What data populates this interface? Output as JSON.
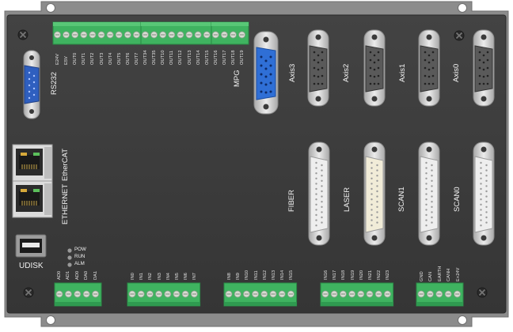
{
  "board": {
    "colors": {
      "panel": "#3a3a3a",
      "mount": "#8a8a8a",
      "terminal_green": "#3fb360",
      "terminal_screw": "#d7dcd2",
      "port_metal": "#c9c9c9",
      "connector_blue": "#2f6fd6",
      "connector_dark": "#555555",
      "connector_white": "#eeeeee",
      "connector_cream": "#f1ecd8"
    },
    "top_blocks": [
      {
        "pins": [
          "E24V",
          "E5V",
          "OUT0",
          "OUT1",
          "OUT2",
          "OUT3",
          "OUT4",
          "OUT5",
          "OUT6",
          "OUT7"
        ]
      },
      {
        "pins": [
          "OUT34",
          "OUT35",
          "OUT10",
          "OUT11",
          "OUT12",
          "OUT13",
          "OUT14",
          "OUT15"
        ]
      },
      {
        "pins": [
          "OUT16",
          "OUT17",
          "OUT18",
          "OUT19"
        ]
      }
    ],
    "bottom_blocks": [
      {
        "pins": [
          "AD0",
          "AD1",
          "AD0",
          "DA0",
          "DA1"
        ]
      },
      {
        "pins": [
          "IN0",
          "IN1",
          "IN2",
          "IN3",
          "IN4",
          "IN5",
          "IN6",
          "IN7"
        ]
      },
      {
        "pins": [
          "IN8",
          "IN9",
          "IN10",
          "IN11",
          "IN12",
          "IN13",
          "IN14",
          "IN15"
        ]
      },
      {
        "pins": [
          "IN16",
          "IN17",
          "IN18",
          "IN19",
          "IN20",
          "IN21",
          "IN22",
          "IN23"
        ]
      },
      {
        "pins": [
          "GND",
          "CAN",
          "EARTH",
          "CANH",
          "E+24V"
        ]
      }
    ],
    "labels": {
      "rs232": "RS232",
      "mpg": "MPG",
      "axis3": "Axis3",
      "axis2": "Axis2",
      "axis1": "Axis1",
      "axis0": "Axis0",
      "ethercat": "EtherCAT",
      "ethernet": "ETHERNET",
      "fiber": "FIBER",
      "laser": "LASER",
      "scan1": "SCAN1",
      "scan0": "SCAN0",
      "udisk": "UDISK"
    },
    "leds": [
      "POW",
      "RUN",
      "ALM"
    ]
  }
}
